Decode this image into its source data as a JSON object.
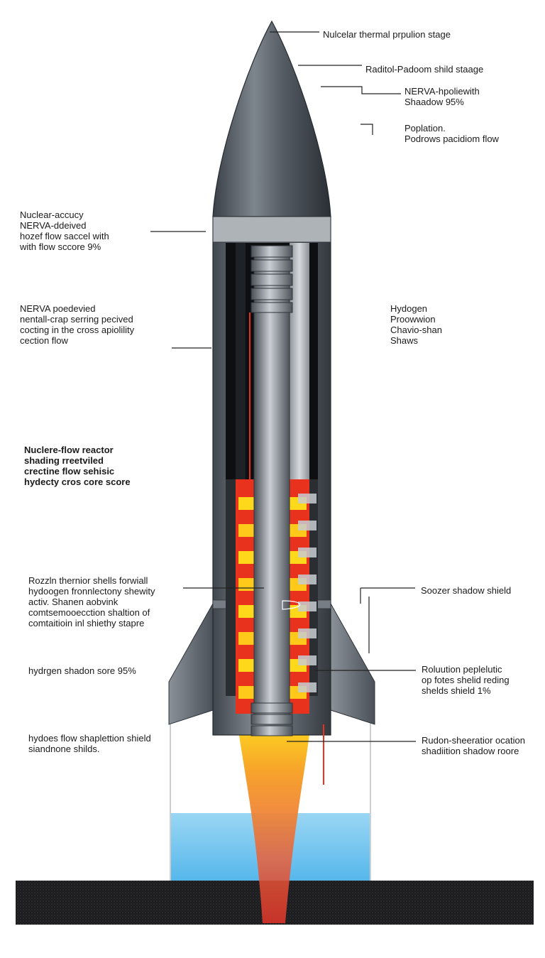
{
  "labels_right": [
    "Nulcelar thermal prpulion stage",
    "Raditol-Padoom shild staage",
    "NERVA-hpoliewith\nShaadow 95%",
    "Poplation.\nPodrows pacidiom flow",
    "Hydogen\nProowwion\nChavio-shan\nShaws",
    "Soozer shadow shield",
    "Roluution peplelutic\nop fotes shelid reding\nshelds shield 1%",
    "Rudon-sheeratior ocation\nshadiition shadow roore"
  ],
  "labels_left": [
    "Nuclear-accucy\nNERVA-ddeived\nhozef flow saccel with\nwith flow sccore 9%",
    "NERVA poedevied\nnentall-crap serring pecived\ncocting in the cross apiolility\ncection flow",
    "Nuclere-flow reactor\nshading rreetviled\ncrectine flow sehisic\nhydecty cros core score",
    "Rozzln thernior shells forwiall\nhydoogen fronnlectony shewity\nactiv. Shanen aobvink\ncomtsemooecction shaltion of\ncomtaitioin inl shiethy stapre",
    "hydrgen shadon sore 95%",
    "hydoes flow shaplettion shield\nsiandnone shilds."
  ],
  "colors": {
    "hull_dark": "#3b4148",
    "hull_mid": "#6c737b",
    "hull_light": "#b8bdc2",
    "core_hot": "#e8321e",
    "core_yellow": "#ffe21a",
    "plume_orange": "#f08a2a",
    "water_blue": "#7fcaf0",
    "ground_dark": "#1c1c1e"
  }
}
